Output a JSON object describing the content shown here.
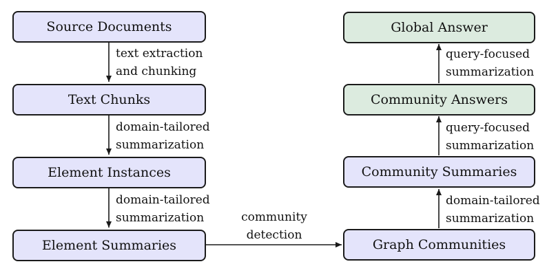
{
  "nodes": {
    "source_documents": "Source Documents",
    "text_chunks": "Text Chunks",
    "element_instances": "Element Instances",
    "element_summaries": "Element Summaries",
    "graph_communities": "Graph Communities",
    "community_summaries": "Community Summaries",
    "community_answers": "Community Answers",
    "global_answer": "Global Answer"
  },
  "edges": {
    "e1": [
      "text extraction",
      "and chunking"
    ],
    "e2": [
      "domain-tailored",
      "summarization"
    ],
    "e3": [
      "domain-tailored",
      "summarization"
    ],
    "e4": [
      "community",
      "detection"
    ],
    "e5": [
      "domain-tailored",
      "summarization"
    ],
    "e6": [
      "query-focused",
      "summarization"
    ],
    "e7": [
      "query-focused",
      "summarization"
    ]
  },
  "colors": {
    "node_fill": "#e4e4fb",
    "answer_fill": "#dcebdf",
    "stroke": "#1a1a1a"
  }
}
